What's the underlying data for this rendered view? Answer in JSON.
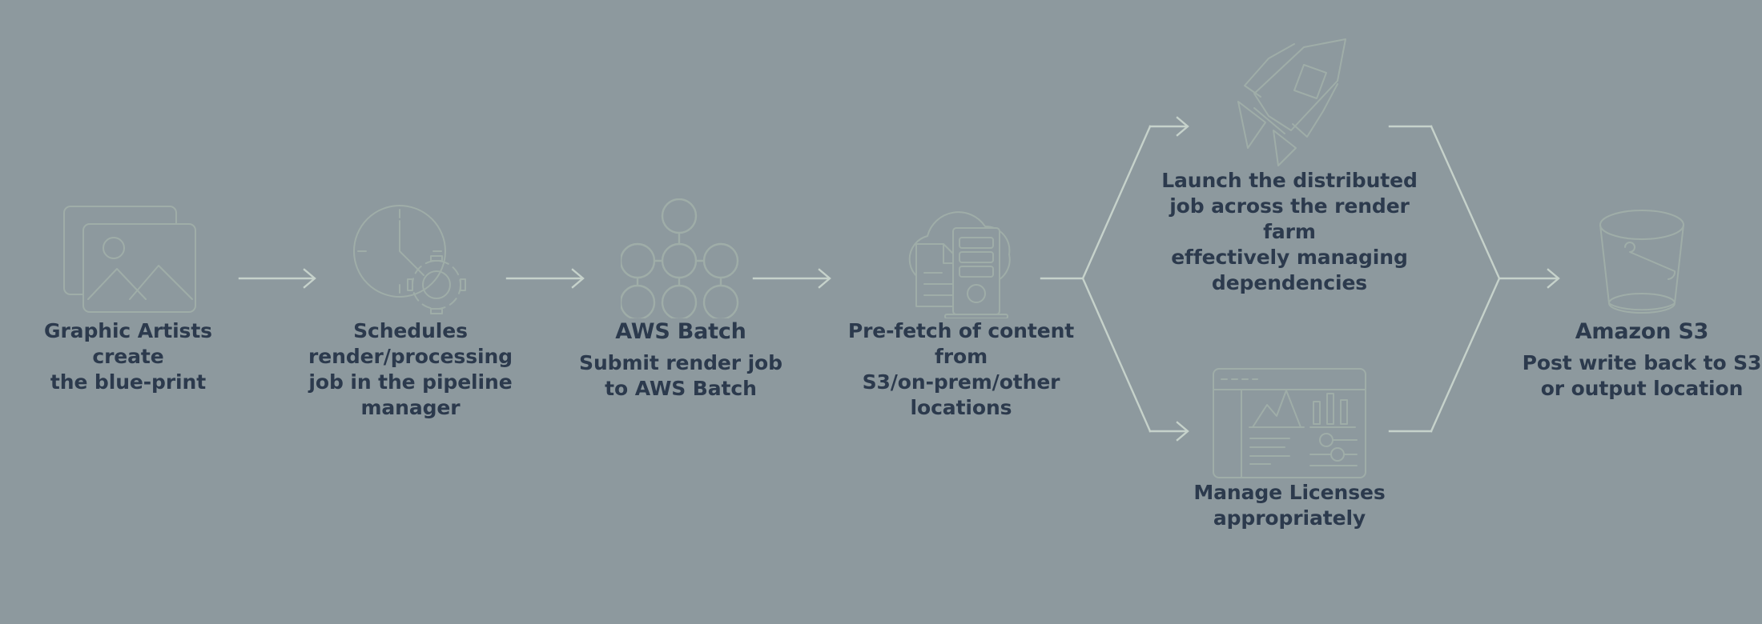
{
  "diagram": {
    "title": "AWS Batch render farm pipeline flow",
    "background_color": "#8d999e",
    "text_color": "#2c3a4d",
    "line_color": "#c6d2cb",
    "icon_color": "#9fada8"
  },
  "nodes": [
    {
      "id": "graphic-artists",
      "icon": "image-frames-icon",
      "title": "",
      "body": "Graphic Artists create\nthe blue-print"
    },
    {
      "id": "pipeline-scheduler",
      "icon": "clock-gear-icon",
      "title": "",
      "body": "Schedules render/processing\njob in the pipeline manager"
    },
    {
      "id": "aws-batch",
      "icon": "network-nodes-icon",
      "title": "AWS Batch",
      "body": "Submit render job\nto AWS Batch"
    },
    {
      "id": "pre-fetch",
      "icon": "cloud-server-document-icon",
      "title": "",
      "body": "Pre-fetch of content from\nS3/on-prem/other locations"
    },
    {
      "id": "launch-distributed-job",
      "icon": "rocket-jet-icon",
      "title": "",
      "body": "Launch the distributed\njob across the render farm\neffectively managing\ndependencies"
    },
    {
      "id": "manage-licenses",
      "icon": "dashboard-window-icon",
      "title": "",
      "body": "Manage Licenses\nappropriately"
    },
    {
      "id": "amazon-s3",
      "icon": "bucket-icon",
      "title": "Amazon S3",
      "body": "Post write back to S3\nor output location"
    }
  ],
  "connectors": [
    {
      "id": "arrow-artists-to-scheduler",
      "kind": "straight-arrow"
    },
    {
      "id": "arrow-scheduler-to-batch",
      "kind": "straight-arrow"
    },
    {
      "id": "arrow-batch-to-prefetch",
      "kind": "straight-arrow"
    },
    {
      "id": "split-prefetch-to-branches",
      "kind": "fork"
    },
    {
      "id": "merge-branches-to-s3",
      "kind": "merge-arrow"
    }
  ]
}
